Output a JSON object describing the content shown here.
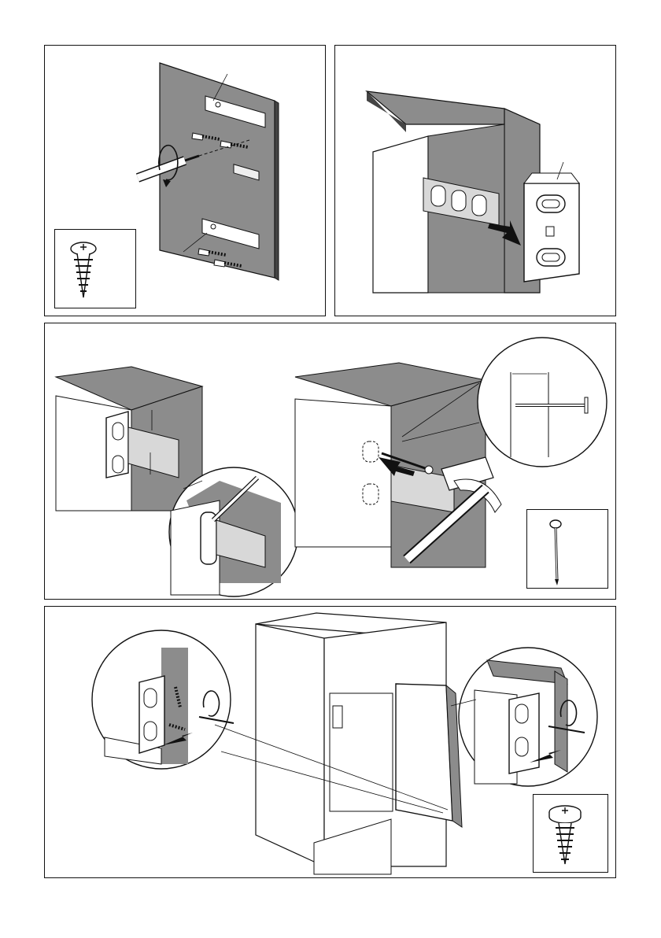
{
  "document": {
    "type": "installation-instructions",
    "panels": [
      {
        "id": "panel-1",
        "step": "fix-door-brackets-to-furniture-door"
      },
      {
        "id": "panel-2",
        "step": "slide-guide-onto-bracket"
      },
      {
        "id": "panel-3",
        "step": "align-guide-and-mark-with-nail"
      },
      {
        "id": "panel-4",
        "step": "screw-guide-to-appliance-door"
      }
    ],
    "icons": [
      "screwdriver-icon",
      "screw-icon",
      "nail-icon",
      "hammer-icon",
      "rotation-arrow-icon",
      "push-arrow-icon"
    ],
    "colors": {
      "line": "#111111",
      "panel-grey": "#8c8c8c",
      "light-grey": "#d8d8d8",
      "paper": "#ffffff"
    }
  }
}
